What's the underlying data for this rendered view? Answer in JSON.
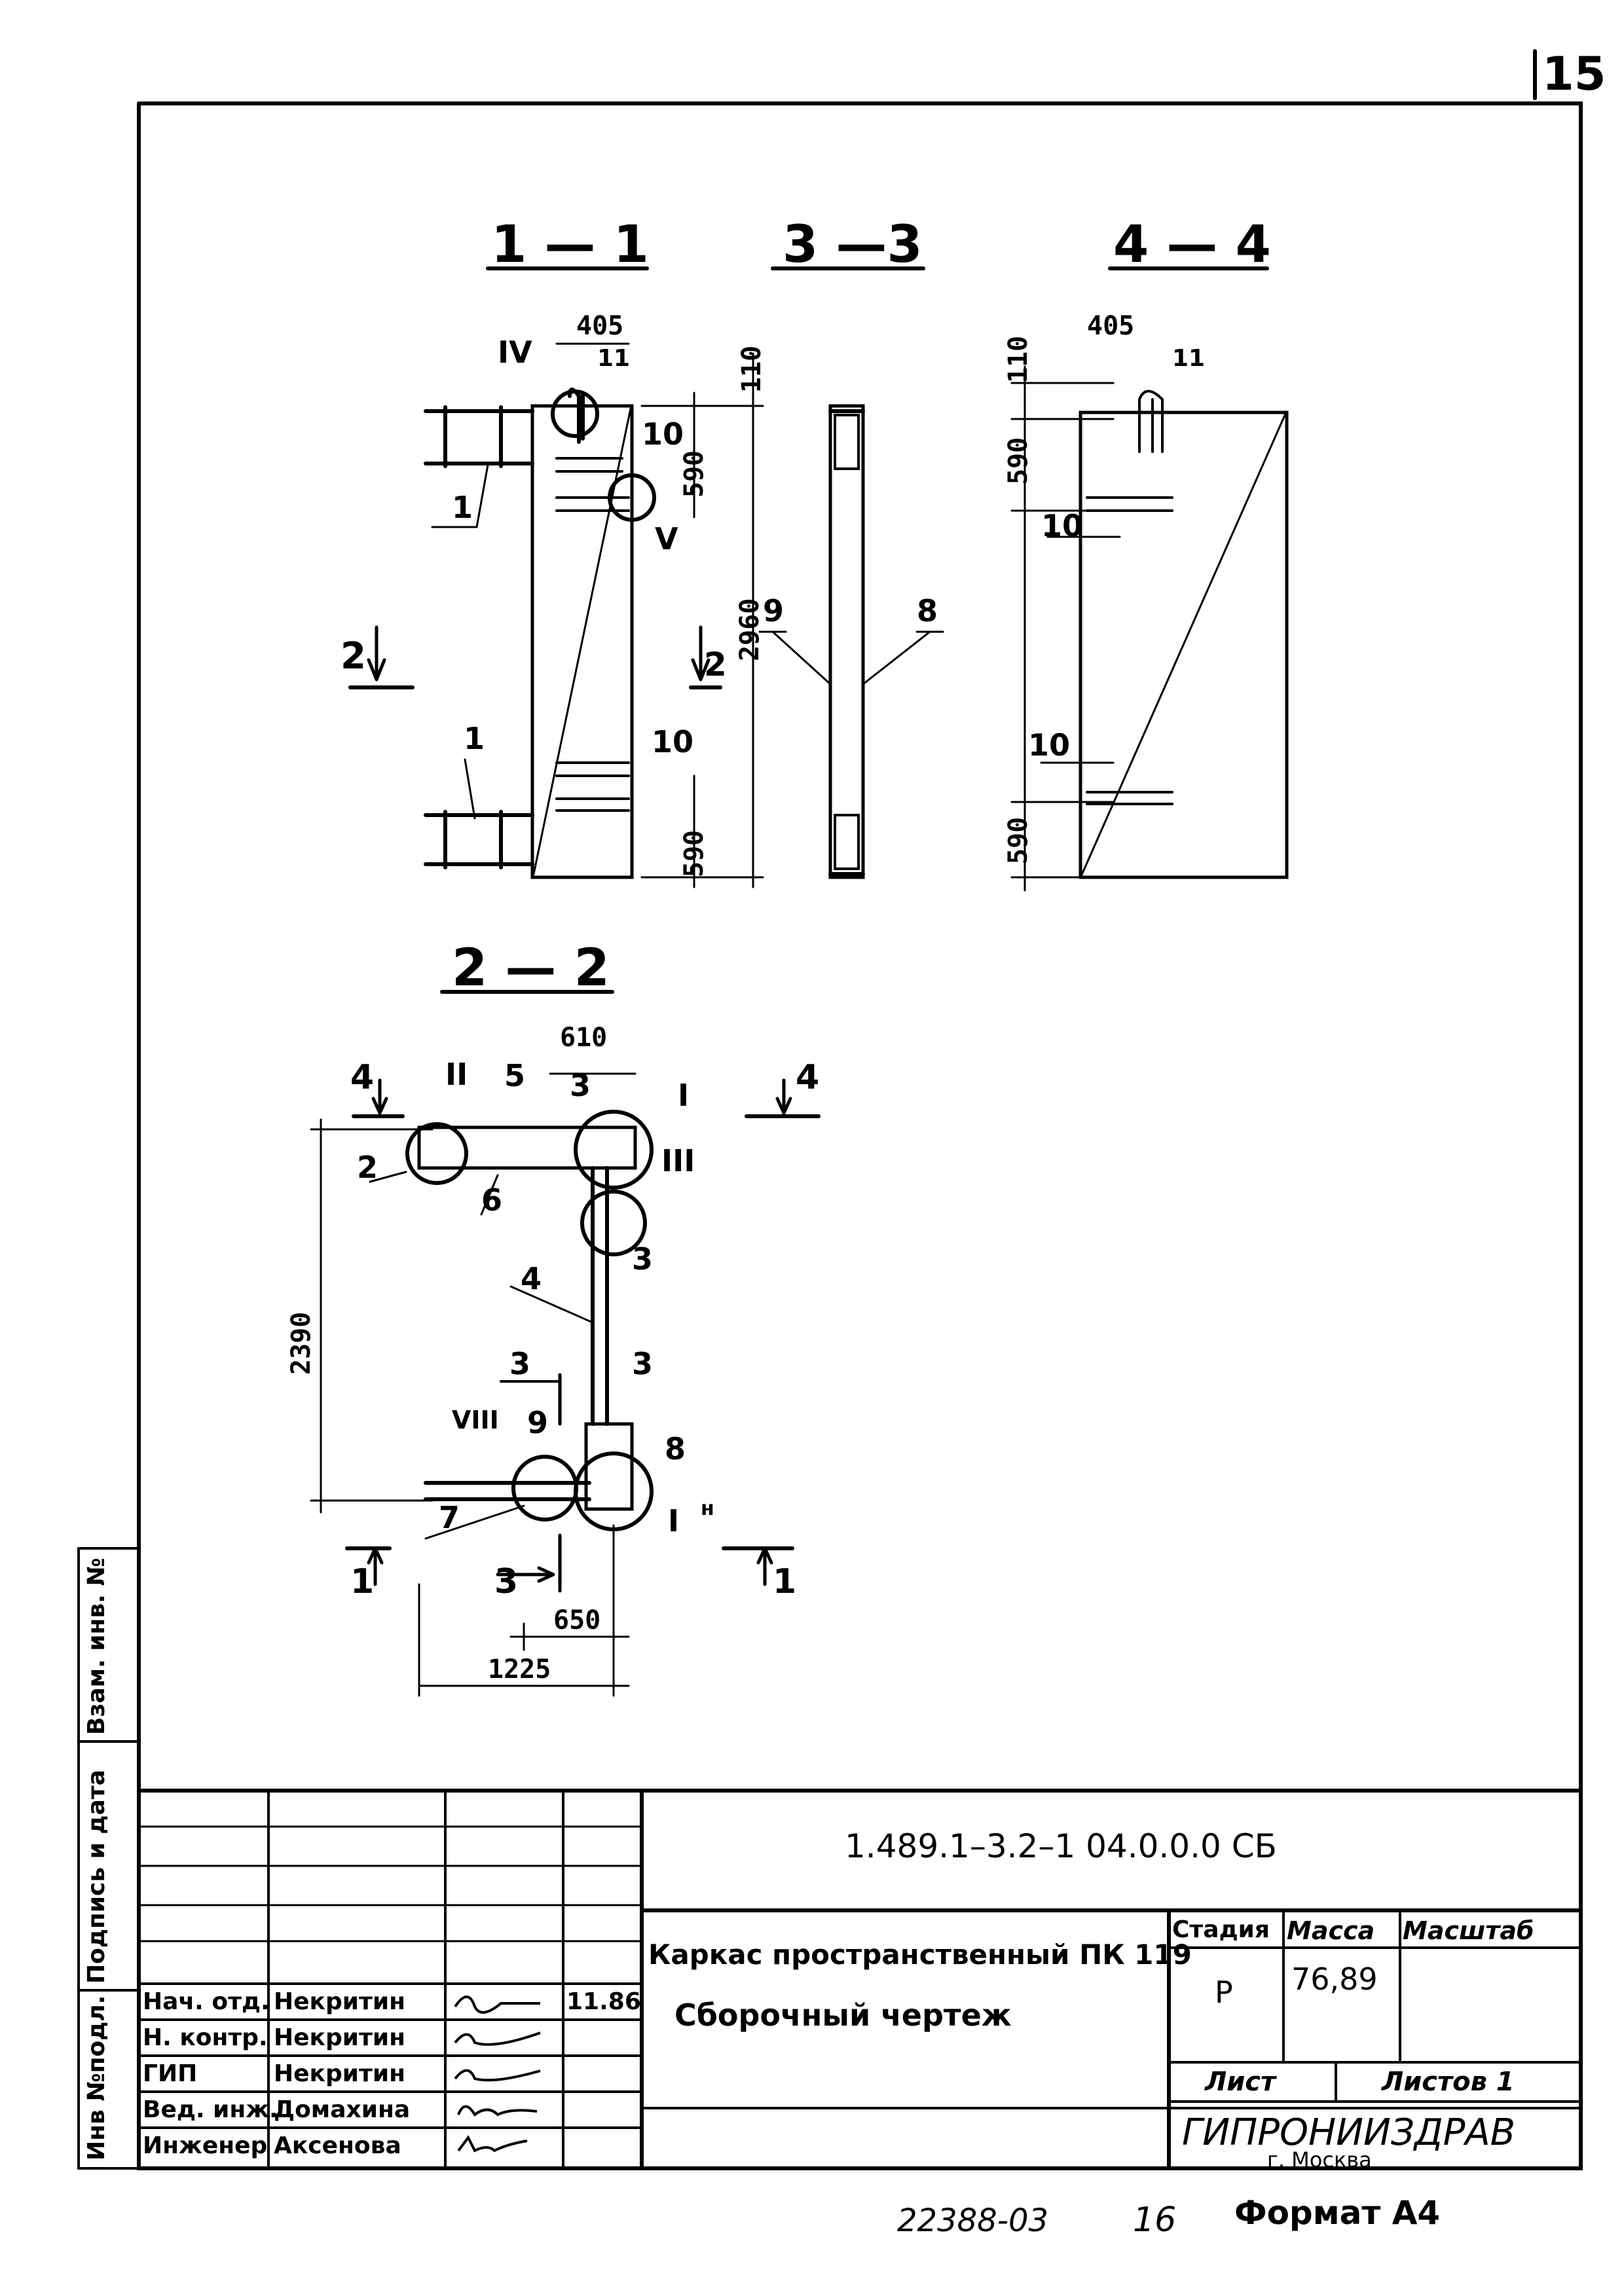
{
  "page_number": "15",
  "sections": {
    "s11": "1 — 1",
    "s33": "3 —3",
    "s44": "4 — 4",
    "s22": "2 — 2"
  },
  "view_11": {
    "dims": [
      "405",
      "110",
      "590",
      "2960",
      "590"
    ],
    "callouts": [
      "IV",
      "11",
      "10",
      "V",
      "1",
      "1",
      "10"
    ],
    "cut2_left": "2",
    "cut2_right": "2"
  },
  "view_33": {
    "callouts": [
      "9",
      "8"
    ]
  },
  "view_44": {
    "dims": [
      "405",
      "110",
      "590",
      "590"
    ],
    "callouts": [
      "11",
      "10",
      "10"
    ]
  },
  "view_22": {
    "dims": [
      "610",
      "2390",
      "650",
      "1225"
    ],
    "callouts": [
      "II",
      "5",
      "3",
      "I",
      "III",
      "2",
      "6",
      "3",
      "4",
      "3",
      "3",
      "VIII",
      "9",
      "8",
      "7",
      "I"
    ],
    "superscript": "н",
    "cut4_left": "4",
    "cut4_right": "4",
    "cut1_left": "1",
    "cut1_right": "1",
    "cut3": "3"
  },
  "side_labels": [
    "Инв №подл.",
    "Подпись и дата",
    "Взам. инв. №"
  ],
  "title_block": {
    "doc_code": "1.489.1–3.2–1 04.0.0.0 СБ",
    "title_line1": "Каркас пространственный ПК 119",
    "title_line2": "Сборочный чертеж",
    "stage_header": "Стадия",
    "mass_header": "Масса",
    "scale_header": "Масштаб",
    "stage": "Р",
    "mass": "76,89",
    "scale": "",
    "sheet_label": "Лист",
    "sheets_label": "Листов 1",
    "org": "ГИПРОНИИЗДРАВ",
    "city": "г. Москва",
    "date": "11.86",
    "roles": [
      "Нач. отд.",
      "Н. контр.",
      "ГИП",
      "Вед. инж.",
      "Инженер"
    ],
    "names": [
      "Некритин",
      "Некритин",
      "Некритин",
      "Домахина",
      "Аксенова"
    ]
  },
  "footer": {
    "archive_no": "22388-03",
    "sheet_ref": "16",
    "format": "Формат А4"
  }
}
